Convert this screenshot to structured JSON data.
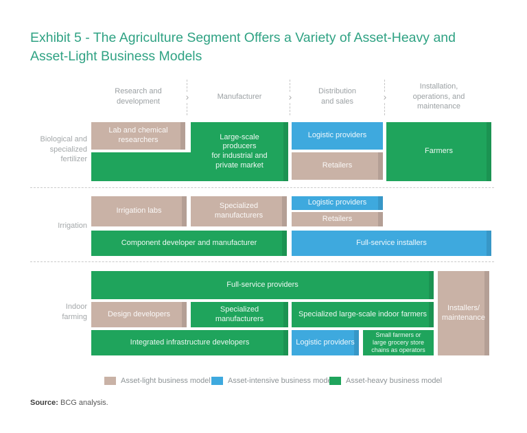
{
  "title": "Exhibit 5 - The Agriculture Segment Offers a Variety of Asset-Heavy and\nAsset-Light Business Models",
  "columns": [
    {
      "label": "Research and\ndevelopment"
    },
    {
      "label": "Manufacturer"
    },
    {
      "label": "Distribution\nand sales"
    },
    {
      "label": "Installation,\noperations, and\nmaintenance"
    }
  ],
  "rows": [
    {
      "label": "Biological and\nspecialized\nfertilizer",
      "boxes": [
        {
          "label": "Lab and chemical\nresearchers",
          "type": "asset-light"
        },
        {
          "label": "Large-scale\nproducers\nfor industrial and\nprivate market",
          "type": "asset-heavy"
        },
        {
          "label": "Logistic providers",
          "type": "asset-intensive"
        },
        {
          "label": "Retailers",
          "type": "asset-light"
        },
        {
          "label": "Farmers",
          "type": "asset-heavy"
        }
      ]
    },
    {
      "label": "Irrigation",
      "boxes": [
        {
          "label": "Irrigation labs",
          "type": "asset-light"
        },
        {
          "label": "Specialized\nmanufacturers",
          "type": "asset-light"
        },
        {
          "label": "Logistic providers",
          "type": "asset-intensive"
        },
        {
          "label": "Retailers",
          "type": "asset-light"
        },
        {
          "label": "Component developer and manufacturer",
          "type": "asset-heavy"
        },
        {
          "label": "Full-service installers",
          "type": "asset-intensive"
        }
      ]
    },
    {
      "label": "Indoor\nfarming",
      "boxes": [
        {
          "label": "Full-service providers",
          "type": "asset-heavy"
        },
        {
          "label": "Design developers",
          "type": "asset-light"
        },
        {
          "label": "Specialized\nmanufacturers",
          "type": "asset-heavy"
        },
        {
          "label": "Specialized large-scale indoor farmers",
          "type": "asset-heavy"
        },
        {
          "label": "Integrated infrastructure developers",
          "type": "asset-heavy"
        },
        {
          "label": "Logistic providers",
          "type": "asset-intensive"
        },
        {
          "label": "Small farmers or\nlarge grocery store\nchains as operators",
          "type": "asset-heavy"
        },
        {
          "label": "Installers/\nmaintenance",
          "type": "asset-light"
        }
      ]
    }
  ],
  "legend": [
    {
      "label": "Asset-light business model",
      "color": "#c9b2a6"
    },
    {
      "label": "Asset-intensive business model",
      "color": "#3ea9de"
    },
    {
      "label": "Asset-heavy business model",
      "color": "#1fa45c"
    }
  ],
  "source": {
    "label": "Source:",
    "text": " BCG analysis."
  },
  "colors": {
    "asset_light": "#c9b2a6",
    "asset_intensive": "#3ea9de",
    "asset_heavy": "#1fa45c",
    "title_text": "#2fa283",
    "muted_text": "#9ba0a3",
    "legend_text": "#8d9396"
  }
}
